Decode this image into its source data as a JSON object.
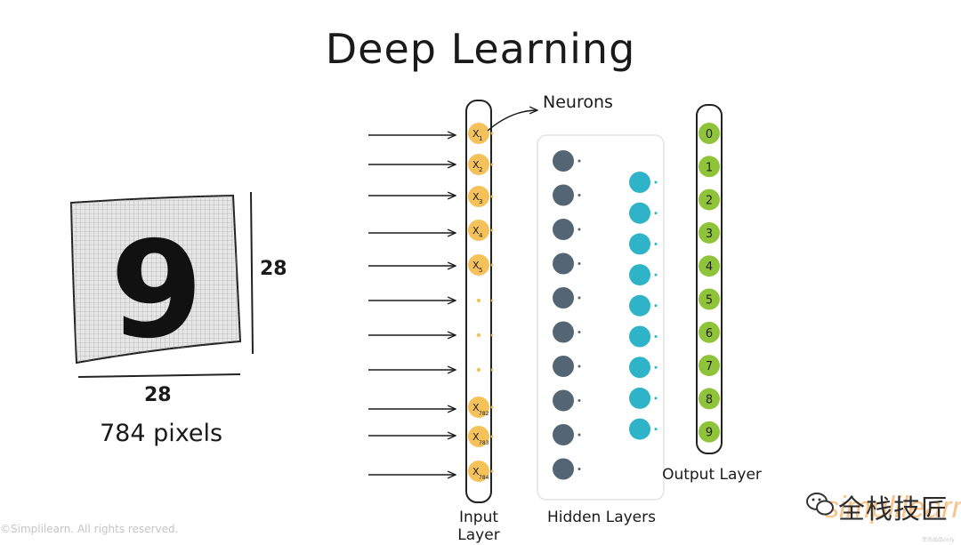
{
  "title": "Deep Learning",
  "neurons_label": "Neurons",
  "image": {
    "digit": "9",
    "width_label": "28",
    "height_label": "28",
    "pixels_label": "784 pixels"
  },
  "input_layer": {
    "label": "Input Layer",
    "nodes": [
      {
        "base": "X",
        "sub": "1"
      },
      {
        "base": "X",
        "sub": "2"
      },
      {
        "base": "X",
        "sub": "3"
      },
      {
        "base": "X",
        "sub": "4"
      },
      {
        "base": "X",
        "sub": "5"
      },
      {
        "base": "X",
        "sub": "782"
      },
      {
        "base": "X",
        "sub": "783"
      },
      {
        "base": "X",
        "sub": "784"
      }
    ]
  },
  "hidden_layers": {
    "label": "Hidden Layers",
    "layer1_count": 10,
    "layer2_count": 9
  },
  "output_layer": {
    "label": "Output Layer",
    "nodes": [
      "0",
      "1",
      "2",
      "3",
      "4",
      "5",
      "6",
      "7",
      "8",
      "9"
    ]
  },
  "colors": {
    "input_node": "#f5c15a",
    "hidden1_node": "#546673",
    "hidden2_node": "#2fb3c8",
    "output_node": "#8fc43a",
    "ink": "#1a1a1a"
  },
  "footer": {
    "copyright": "©Simplilearn. All rights reserved.",
    "brand": "simplilearn",
    "wechat_account": "全栈技匠",
    "watermark_small": "菲尚出品only"
  }
}
